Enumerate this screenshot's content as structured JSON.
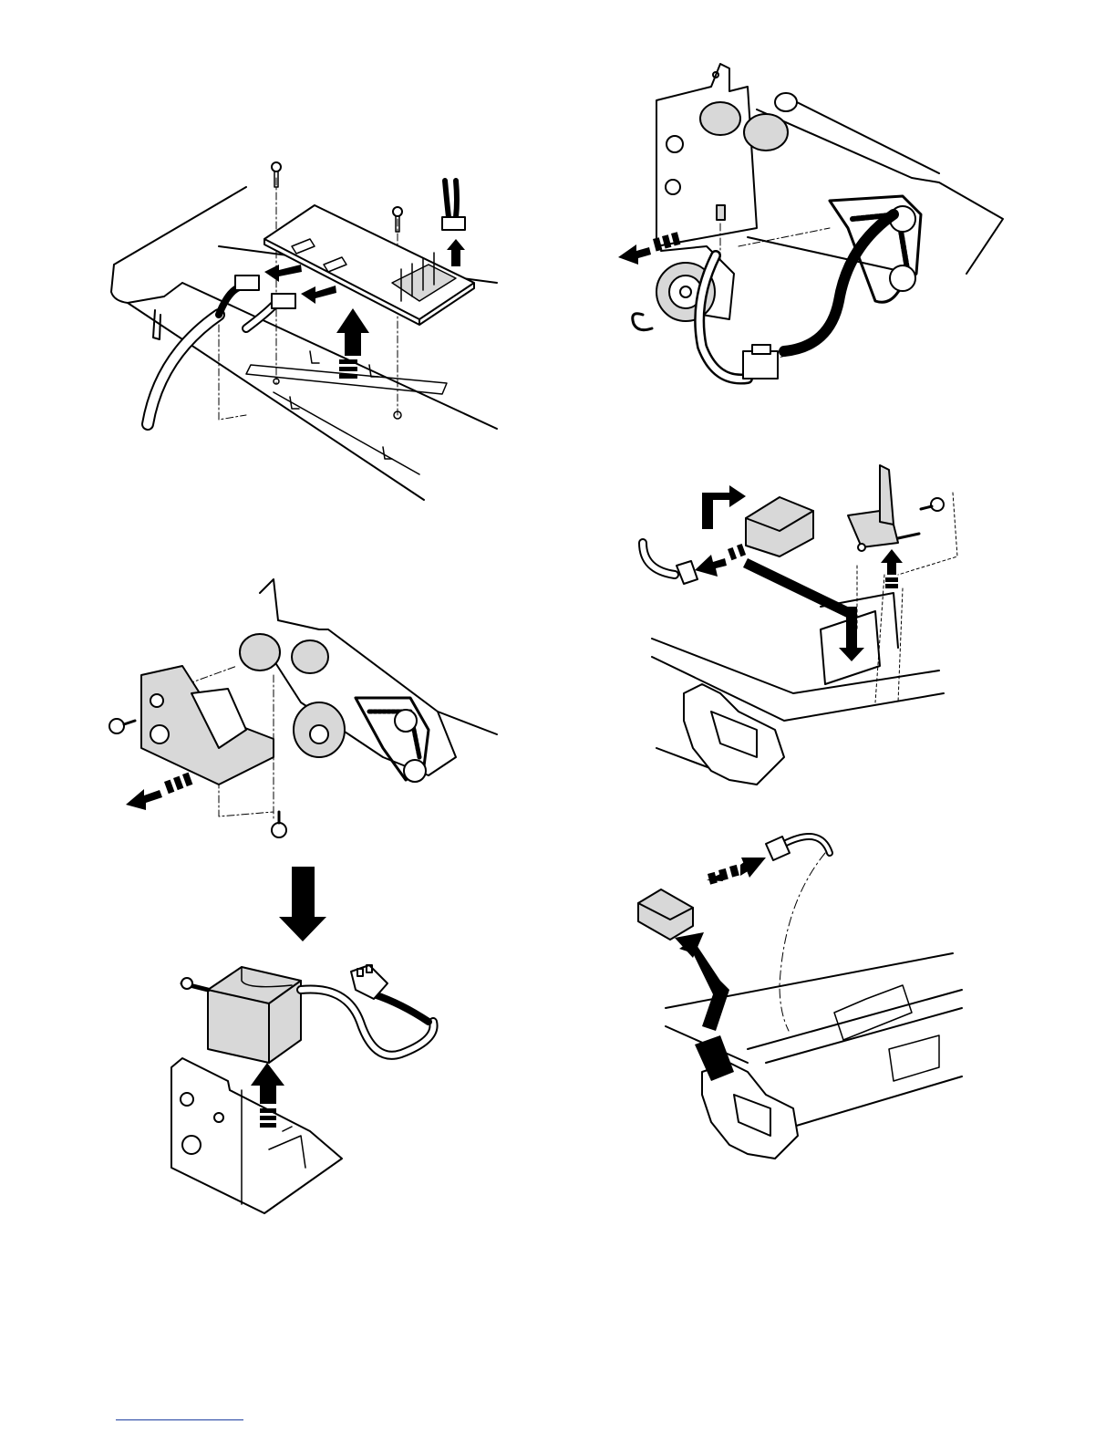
{
  "page": {
    "background": "#ffffff",
    "line_color": "#000000",
    "part_fill": "#d8d8d8",
    "footer_rule_color": "#1f3fa0"
  },
  "figures": [
    {
      "id": "pwb-removal",
      "icons": [
        "screw-icon",
        "connector-icon",
        "heatsink-icon",
        "harness-icon"
      ]
    },
    {
      "id": "clutch-removal",
      "icons": [
        "gear-icon",
        "e-ring-icon",
        "belt-icon",
        "connector-icon"
      ]
    },
    {
      "id": "cover-removal",
      "icons": [
        "screw-icon",
        "gear-icon",
        "belt-icon"
      ]
    },
    {
      "id": "sensor-removal",
      "icons": [
        "actuator-icon",
        "sensor-icon",
        "screw-icon",
        "connector-icon"
      ]
    },
    {
      "id": "solenoid-removal",
      "icons": [
        "solenoid-icon",
        "connector-icon",
        "bracket-icon"
      ]
    },
    {
      "id": "sensor-unit-removal",
      "icons": [
        "sensor-icon",
        "connector-icon",
        "frame-icon"
      ]
    }
  ]
}
